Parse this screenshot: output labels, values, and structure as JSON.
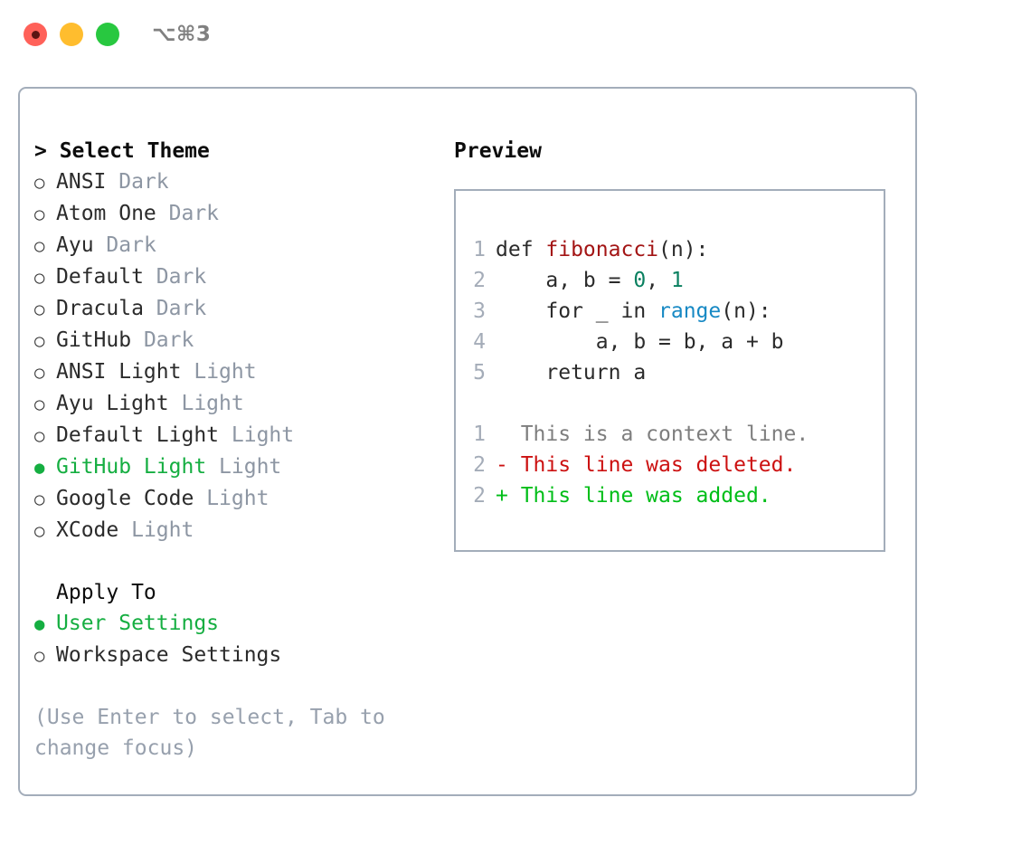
{
  "titlebar": {
    "shortcut": "⌥⌘3",
    "lights": [
      {
        "name": "close",
        "color": "#FF6159",
        "recording": true
      },
      {
        "name": "minimize",
        "color": "#FFBD2E",
        "recording": false
      },
      {
        "name": "maximize",
        "color": "#28C840",
        "recording": false
      }
    ]
  },
  "colors": {
    "accent_green": "#15AE41",
    "muted_gray": "#8D96A3",
    "hint_gray": "#97A0AD",
    "border": "#A3ADBA",
    "text": "#2B2B2B",
    "diff_add": "#00BE18",
    "diff_del": "#CC1111",
    "syntax_function": "#A31515",
    "syntax_number": "#0A8060",
    "syntax_builtin": "#1789C4"
  },
  "theme_picker": {
    "prompt": ">",
    "title": "Select Theme",
    "heading": "> Select Theme",
    "bullet_off": "○",
    "bullet_on": "●",
    "items": [
      {
        "bullet": "○",
        "name": "ANSI",
        "tag": "Dark",
        "selected": false
      },
      {
        "bullet": "○",
        "name": "Atom One",
        "tag": "Dark",
        "selected": false
      },
      {
        "bullet": "○",
        "name": "Ayu",
        "tag": "Dark",
        "selected": false
      },
      {
        "bullet": "○",
        "name": "Default",
        "tag": "Dark",
        "selected": false
      },
      {
        "bullet": "○",
        "name": "Dracula",
        "tag": "Dark",
        "selected": false
      },
      {
        "bullet": "○",
        "name": "GitHub",
        "tag": "Dark",
        "selected": false
      },
      {
        "bullet": "○",
        "name": "ANSI Light",
        "tag": "Light",
        "selected": false
      },
      {
        "bullet": "○",
        "name": "Ayu Light",
        "tag": "Light",
        "selected": false
      },
      {
        "bullet": "○",
        "name": "Default Light",
        "tag": "Light",
        "selected": false
      },
      {
        "bullet": "●",
        "name": "GitHub Light",
        "tag": "Light",
        "selected": true
      },
      {
        "bullet": "○",
        "name": "Google Code",
        "tag": "Light",
        "selected": false
      },
      {
        "bullet": "○",
        "name": "XCode",
        "tag": "Light",
        "selected": false
      }
    ]
  },
  "apply_to": {
    "title": "Apply To",
    "items": [
      {
        "bullet": "●",
        "label": "User Settings",
        "selected": true
      },
      {
        "bullet": "○",
        "label": "Workspace Settings",
        "selected": false
      }
    ]
  },
  "hint": "(Use Enter to select, Tab to change focus)",
  "preview": {
    "title": "Preview",
    "code_lines": [
      {
        "num": "1",
        "parts": [
          {
            "t": "def ",
            "k": "plain"
          },
          {
            "t": "fibonacci",
            "k": "fn"
          },
          {
            "t": "(n):",
            "k": "plain"
          }
        ]
      },
      {
        "num": "2",
        "parts": [
          {
            "t": "    a, b = ",
            "k": "plain"
          },
          {
            "t": "0",
            "k": "num"
          },
          {
            "t": ", ",
            "k": "plain"
          },
          {
            "t": "1",
            "k": "num"
          }
        ]
      },
      {
        "num": "3",
        "parts": [
          {
            "t": "    for _ in ",
            "k": "plain"
          },
          {
            "t": "range",
            "k": "bi"
          },
          {
            "t": "(n):",
            "k": "plain"
          }
        ]
      },
      {
        "num": "4",
        "parts": [
          {
            "t": "        a, b = b, a + b",
            "k": "plain"
          }
        ]
      },
      {
        "num": "5",
        "parts": [
          {
            "t": "    return a",
            "k": "plain"
          }
        ]
      }
    ],
    "diff_lines": [
      {
        "num": "1",
        "marker": " ",
        "text": "  This is a context line.",
        "kind": "ctx"
      },
      {
        "num": "2",
        "marker": "-",
        "text": "- This line was deleted.",
        "kind": "del"
      },
      {
        "num": "2",
        "marker": "+",
        "text": "+ This line was added.",
        "kind": "add"
      }
    ]
  }
}
